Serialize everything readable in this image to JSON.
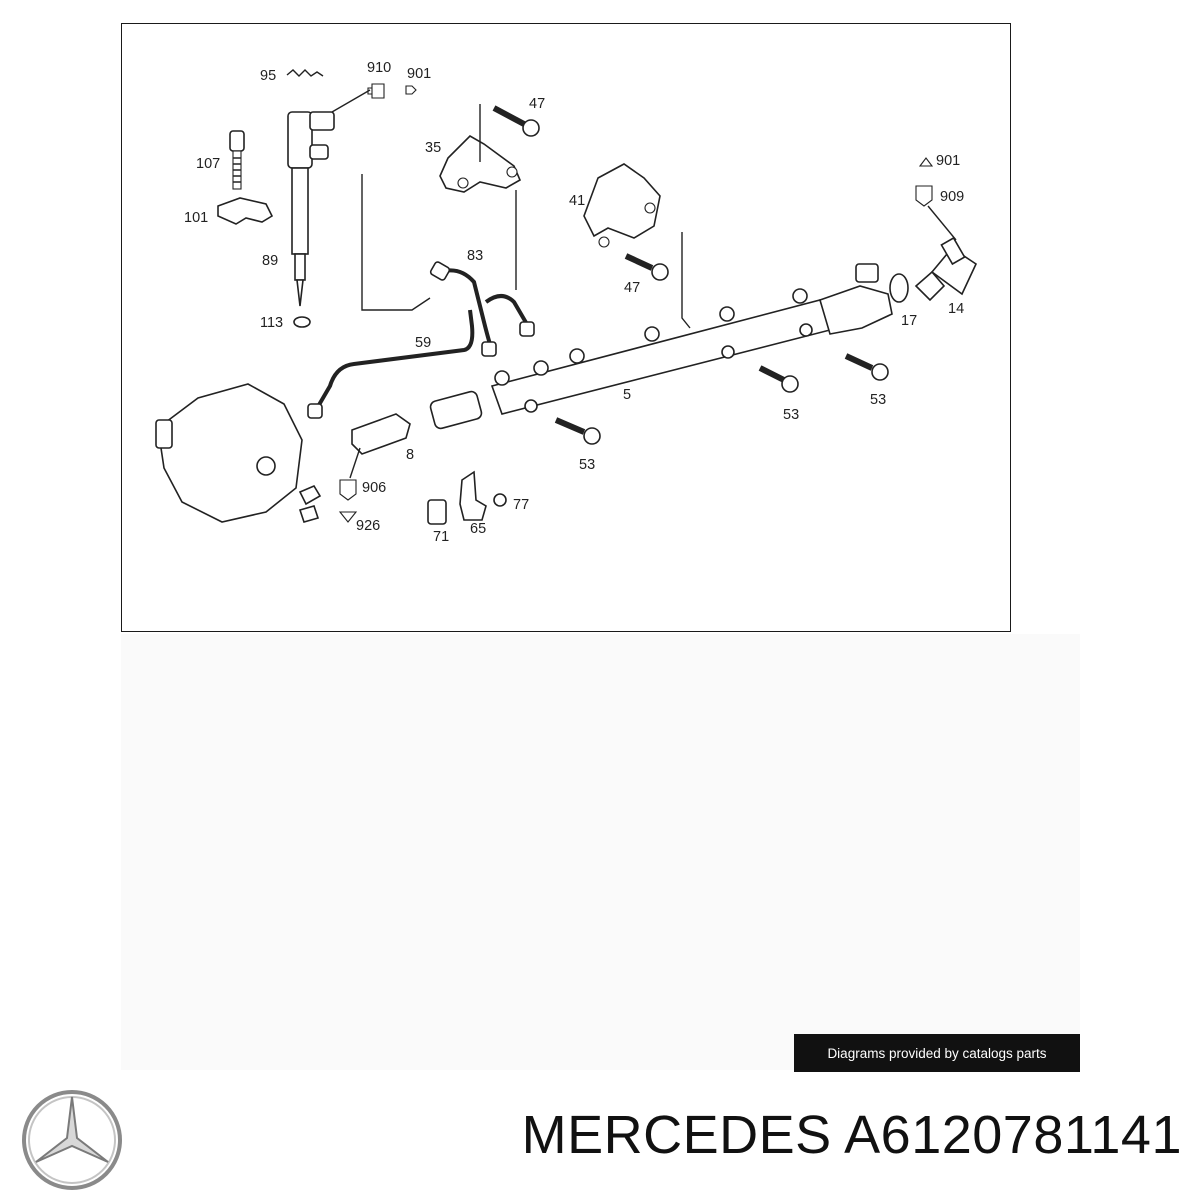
{
  "diagram": {
    "labels": [
      {
        "id": "95",
        "text": "95"
      },
      {
        "id": "910",
        "text": "910"
      },
      {
        "id": "901a",
        "text": "901"
      },
      {
        "id": "47a",
        "text": "47"
      },
      {
        "id": "35",
        "text": "35"
      },
      {
        "id": "107",
        "text": "107"
      },
      {
        "id": "101",
        "text": "101"
      },
      {
        "id": "89",
        "text": "89"
      },
      {
        "id": "83",
        "text": "83"
      },
      {
        "id": "41",
        "text": "41"
      },
      {
        "id": "47b",
        "text": "47"
      },
      {
        "id": "901b",
        "text": "901"
      },
      {
        "id": "909",
        "text": "909"
      },
      {
        "id": "113",
        "text": "113"
      },
      {
        "id": "59",
        "text": "59"
      },
      {
        "id": "17",
        "text": "17"
      },
      {
        "id": "14",
        "text": "14"
      },
      {
        "id": "5",
        "text": "5"
      },
      {
        "id": "53a",
        "text": "53"
      },
      {
        "id": "53b",
        "text": "53"
      },
      {
        "id": "8",
        "text": "8"
      },
      {
        "id": "53c",
        "text": "53"
      },
      {
        "id": "906",
        "text": "906"
      },
      {
        "id": "77",
        "text": "77"
      },
      {
        "id": "926",
        "text": "926"
      },
      {
        "id": "71",
        "text": "71"
      },
      {
        "id": "65",
        "text": "65"
      }
    ]
  },
  "banner": {
    "text": "Diagrams provided by catalogs parts"
  },
  "brand": {
    "logo_name": "mercedes-star-logo",
    "title": "MERCEDES A6120781141"
  }
}
